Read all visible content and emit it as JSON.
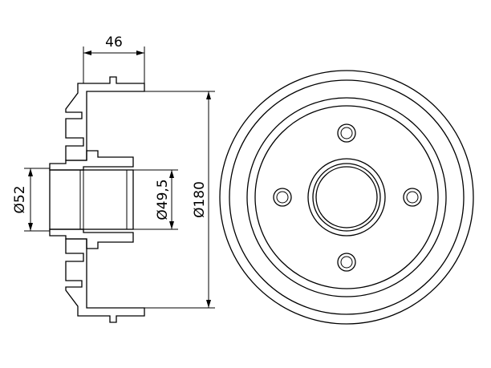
{
  "dimensions": {
    "width_label": "46",
    "inner_diameter_label": "Ø52",
    "bore_diameter_label": "Ø49,5",
    "outer_diameter_label": "Ø180"
  },
  "colors": {
    "line": "#000000",
    "background": "#ffffff"
  }
}
